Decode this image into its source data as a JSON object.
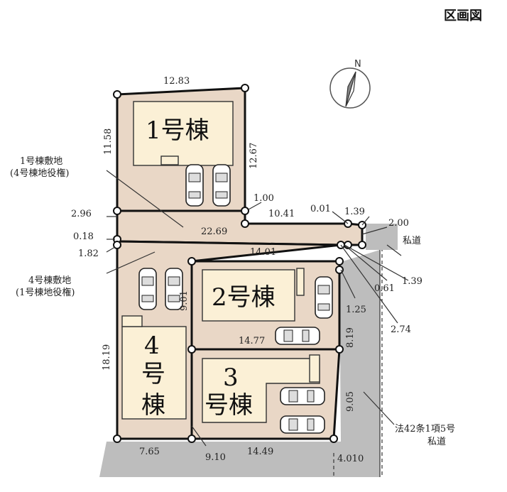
{
  "title": "区画図",
  "compass": {
    "label": "N"
  },
  "buildings": {
    "b1": "1号棟",
    "b2": "2号棟",
    "b3_line1": "3",
    "b3_line2": "号棟",
    "b4_line1": "4",
    "b4_line2": "号",
    "b4_line3": "棟"
  },
  "notes": {
    "site1_line1": "1号棟敷地",
    "site1_line2": "(4号棟地役権)",
    "site4_line1": "4号棟敷地",
    "site4_line2": "(1号棟地役権)",
    "private_road": "私道",
    "law_road_line1": "法42条1項5号",
    "law_road_line2": "私道"
  },
  "dimensions": {
    "top_1": "12.83",
    "left_1": "11.58",
    "right_1": "12.67",
    "d_100": "1.00",
    "d_1041": "10.41",
    "d_001": "0.01",
    "d_139a": "1.39",
    "d_200": "2.00",
    "d_296": "2.96",
    "d_2269": "22.69",
    "d_018": "0.18",
    "d_182": "1.82",
    "d_1401": "14.01",
    "d_061": "0.61",
    "d_139b": "1.39",
    "d_901": "9.01",
    "d_125": "1.25",
    "d_274": "2.74",
    "d_1477": "14.77",
    "d_819": "8.19",
    "d_1819": "18.19",
    "d_905": "9.05",
    "d_765": "7.65",
    "d_910": "9.10",
    "d_1449": "14.49",
    "d_4010": "4.010"
  }
}
